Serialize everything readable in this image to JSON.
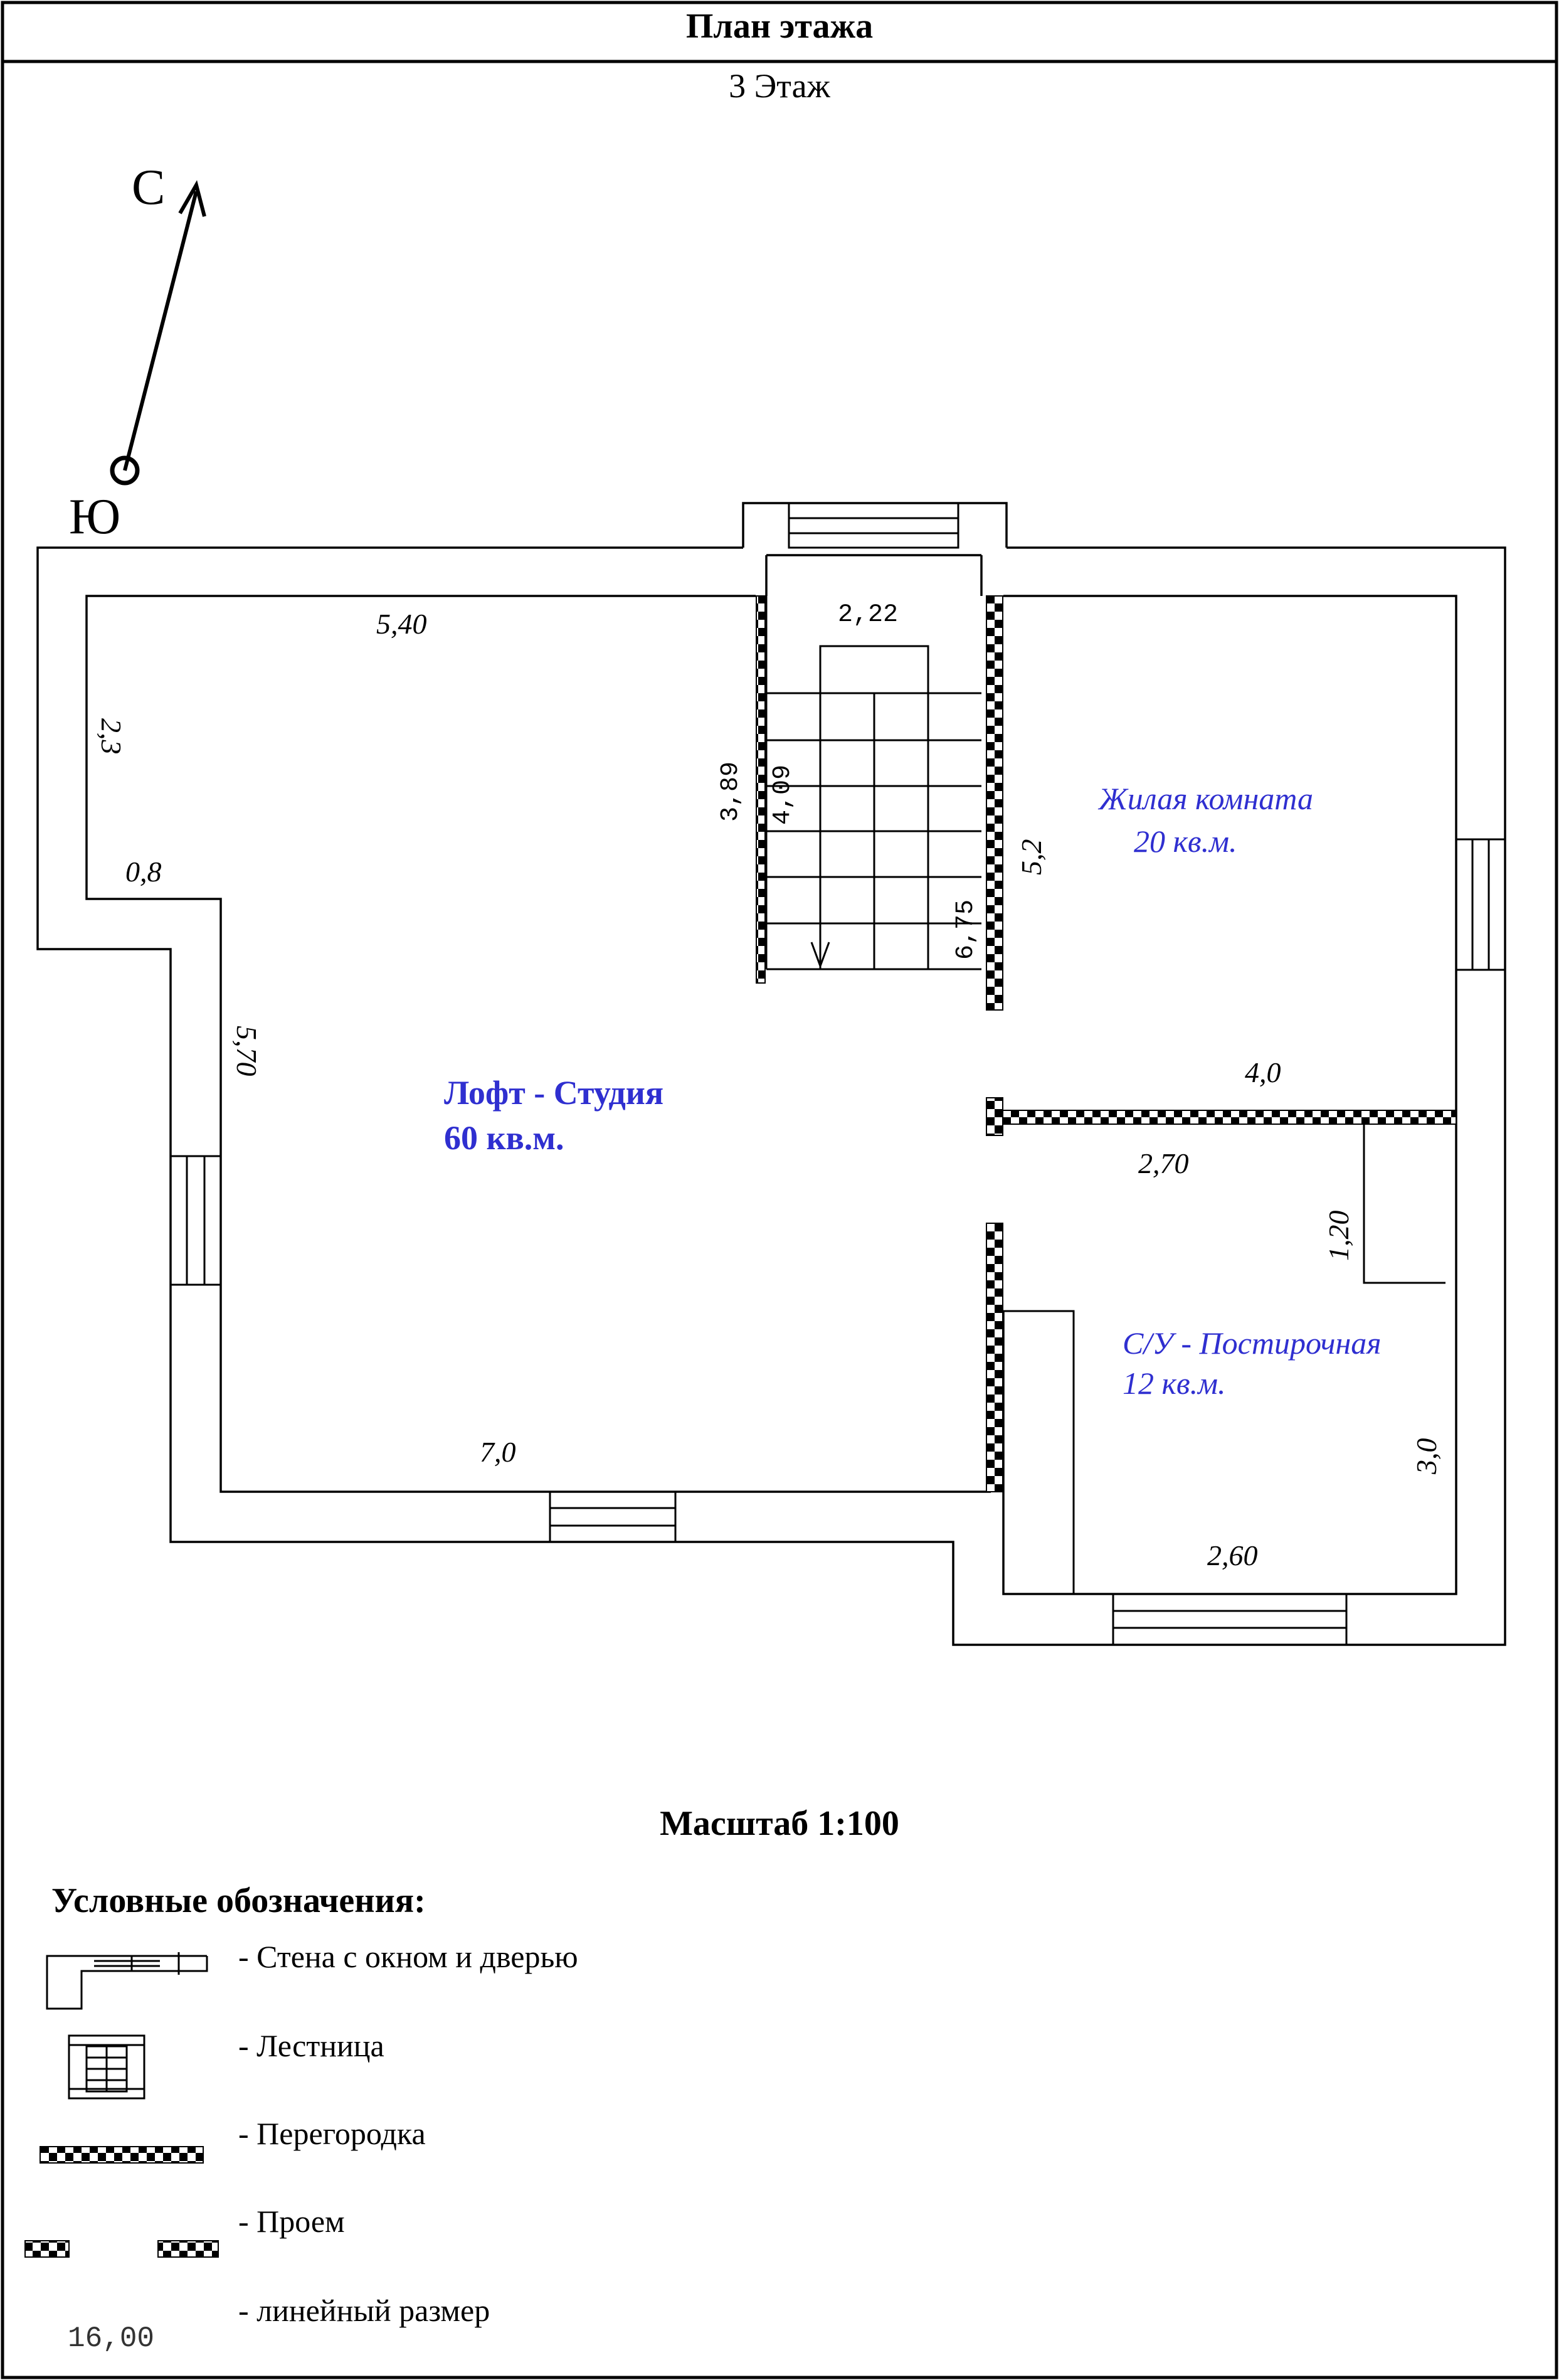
{
  "header": {
    "title": "План этажа",
    "floor_label": "3 Этаж"
  },
  "compass": {
    "north_label": "С",
    "south_label": "Ю"
  },
  "plan": {
    "dimensions": {
      "d_5_40": "5,40",
      "d_2_3": "2,3",
      "d_0_8": "0,8",
      "d_5_70": "5,70",
      "d_7_0": "7,0",
      "d_2_22": "2,22",
      "d_3_89": "3,89",
      "d_4_09": "4,09",
      "d_6_75": "6,75",
      "d_5_2": "5,2",
      "d_4_0": "4,0",
      "d_2_70": "2,70",
      "d_1_20": "1,20",
      "d_3_0": "3,0",
      "d_2_60": "2,60"
    },
    "rooms": {
      "loft_name": "Лофт - Студия",
      "loft_area": "60 кв.м.",
      "living_name": "Жилая комната",
      "living_area": "20 кв.м.",
      "bath_name": "С/У - Постирочная",
      "bath_area": "12 кв.м."
    },
    "colors": {
      "room_label": "#2f2fd0",
      "line": "#000000"
    }
  },
  "footer": {
    "scale_label": "Масштаб 1:100",
    "legend_title": "Условные обозначения:",
    "legend": [
      {
        "icon": "wall-with-window-door-icon",
        "label": "- Стена с окном и дверью"
      },
      {
        "icon": "staircase-icon",
        "label": "- Лестница"
      },
      {
        "icon": "partition-icon",
        "label": "- Перегородка"
      },
      {
        "icon": "opening-icon",
        "label": "- Проем"
      },
      {
        "icon": "linear-dimension-icon",
        "label": "- линейный размер",
        "sample": "16,00"
      }
    ]
  }
}
